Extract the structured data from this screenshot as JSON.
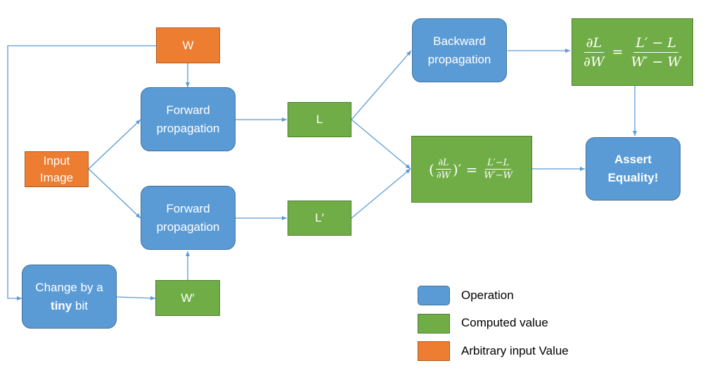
{
  "nodes": {
    "w": "W",
    "input_image_line1": "Input",
    "input_image_line2": "Image",
    "forward_top_line1": "Forward",
    "forward_top_line2": "propagation",
    "forward_bottom_line1": "Forward",
    "forward_bottom_line2": "propagation",
    "change_line1": "Change by a",
    "change_bold": "tiny",
    "change_rest": " bit",
    "l": "L",
    "l_prime": "L′",
    "w_prime": "W′",
    "backward_line1": "Backward",
    "backward_line2": "propagation",
    "assert_line1": "Assert",
    "assert_line2": "Equality!"
  },
  "formulas": {
    "analytic_lhs_num": "∂L",
    "analytic_lhs_den": "∂W",
    "analytic_eq": "=",
    "analytic_rhs_num": "L′ − L",
    "analytic_rhs_den": "W′ − W",
    "numeric_open": "(",
    "numeric_lhs_num": "∂L",
    "numeric_lhs_den": "∂W",
    "numeric_close": ")′ =",
    "numeric_rhs_num": "L′−L",
    "numeric_rhs_den": "W′−W"
  },
  "legend": [
    {
      "label": "Operation",
      "color": "#5b9bd5"
    },
    {
      "label": "Computed value",
      "color": "#70ad47"
    },
    {
      "label": "Arbitrary input Value",
      "color": "#ed7d31"
    }
  ],
  "colors": {
    "operation": "#5b9bd5",
    "computed": "#70ad47",
    "input": "#ed7d31",
    "edge": "#5b9bd5"
  }
}
